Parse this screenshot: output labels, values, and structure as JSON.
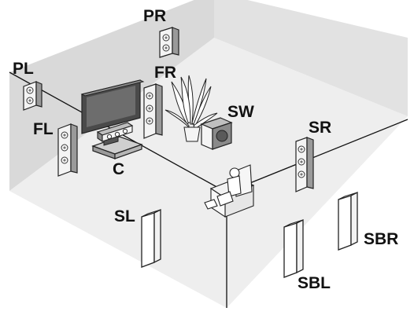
{
  "labels": {
    "pr": "PR",
    "pl": "PL",
    "fr": "FR",
    "fl": "FL",
    "c": "C",
    "sw": "SW",
    "sr": "SR",
    "sl": "SL",
    "sbr": "SBR",
    "sbl": "SBL"
  },
  "colors": {
    "wall": "#dedede",
    "floor": "#ececec",
    "line": "#111111",
    "speaker_body": "#f4f4f4",
    "shade": "#8a8a8a"
  }
}
